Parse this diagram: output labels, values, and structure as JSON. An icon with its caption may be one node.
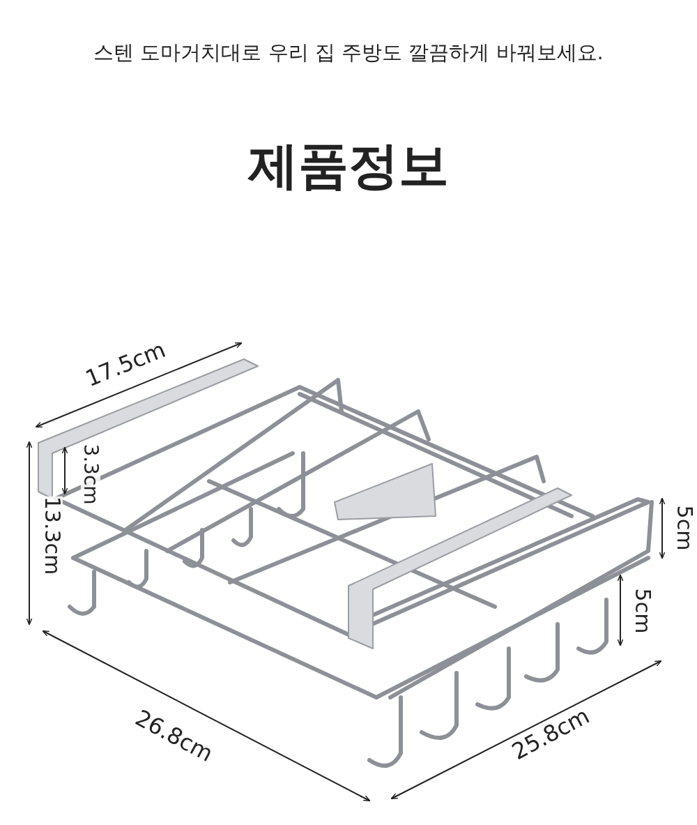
{
  "diagram": {
    "title": "제품정보",
    "labels": [
      "스텐 도마거치대로 우리 집 주방도 깔끔하게 바꿔보세요.",
      "17.5cm",
      "3.3cm",
      "13.3cm",
      "5cm",
      "5cm",
      "26.8cm",
      "25.8cm"
    ]
  }
}
